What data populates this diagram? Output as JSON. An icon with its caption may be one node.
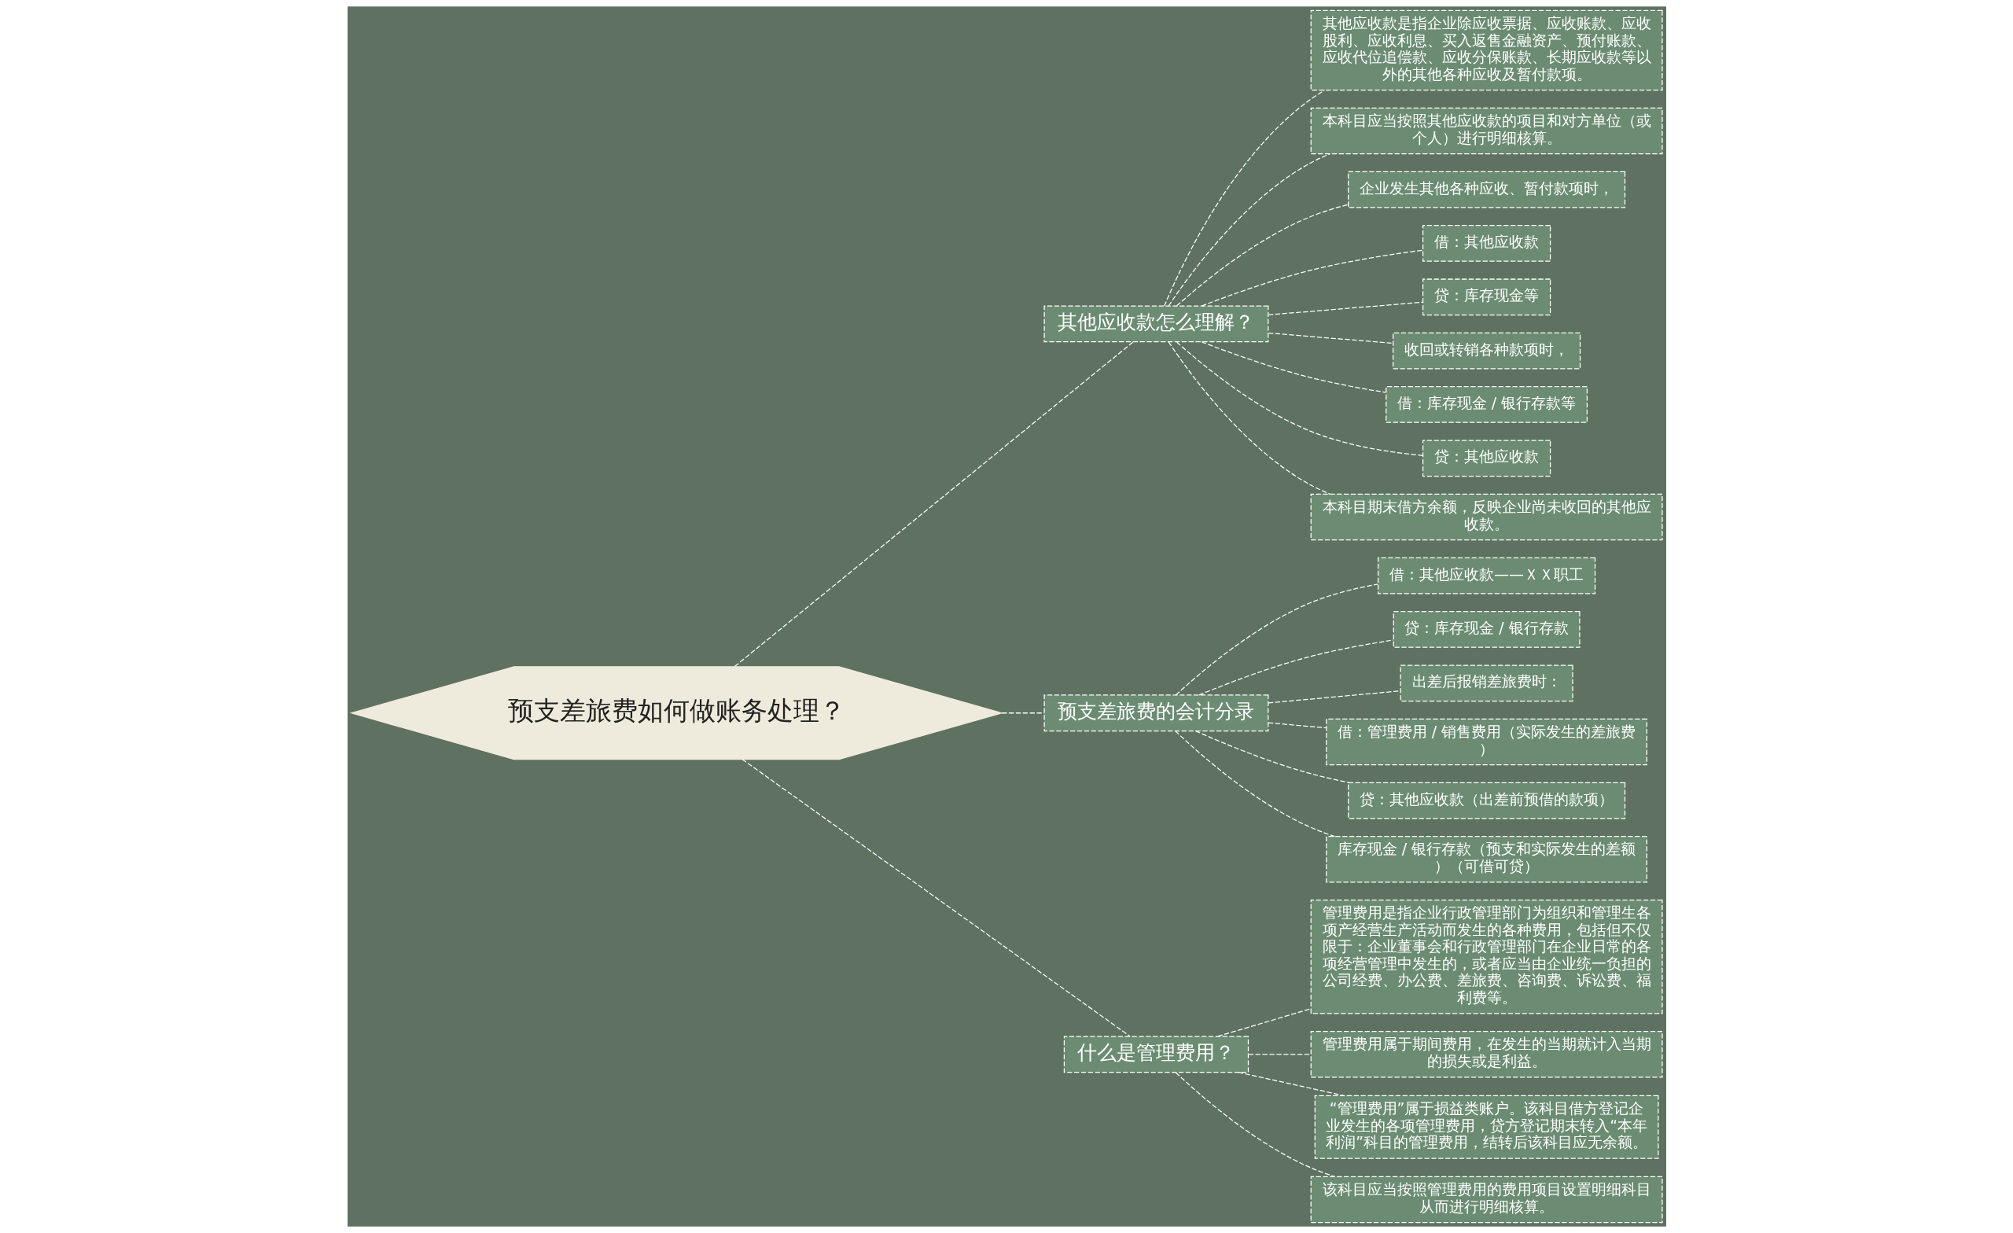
{
  "diagram": {
    "nodes": [
      {
        "text": [
          "预支差旅费如何做账务处理？"
        ]
      },
      {
        "text": [
          "其他应收款怎么理解？"
        ]
      },
      {
        "text": [
          "其他应收款是指企业除应收票据、应收账款、应收股利、应收利息、买入返售金融资产、预付账款、应收代位追偿款、应收分保账款、长期应收款等以外的其他各种应收及暂付款项。"
        ]
      },
      {
        "text": [
          "本科目应当按照其他应收款的项目和对方单位（或个人）进行明细核算。"
        ]
      },
      {
        "text": [
          "企业发生其他各种应收、暂付款项时，"
        ]
      },
      {
        "text": [
          "借：其他应收款"
        ]
      },
      {
        "text": [
          "贷：库存现金等"
        ]
      },
      {
        "text": [
          "收回或转销各种款项时，"
        ]
      },
      {
        "text": [
          "借：库存现金 / 银行存款等"
        ]
      },
      {
        "text": [
          "贷：其他应收款"
        ]
      },
      {
        "text": [
          "本科目期末借方余额，反映企业尚未收回的其他应收款。"
        ]
      },
      {
        "text": [
          "预支差旅费的会计分录"
        ]
      },
      {
        "text": [
          "借：其他应收款——ＸＸ职工"
        ]
      },
      {
        "text": [
          "贷：库存现金 / 银行存款"
        ]
      },
      {
        "text": [
          "出差后报销差旅费时："
        ]
      },
      {
        "text": [
          "借：管理费用 / 销售费用（实际发生的差旅费）"
        ]
      },
      {
        "text": [
          "贷：其他应收款（出差前预借的款项）"
        ]
      },
      {
        "text": [
          "库存现金 / 银行存款（预支和实际发生的差额）（可借可贷）"
        ]
      },
      {
        "text": [
          "什么是管理费用？"
        ]
      },
      {
        "text": [
          "管理费用是指企业行政管理部门为组织和管理生各项产经营生产活动而发生的各种费用，包括但不仅限于：企业董事会和行政管理部门在企业日常的各项经营管理中发生的，或者应当由企业统一负担的公司经费、办公费、差旅费、咨询费、诉讼费、福利费等。"
        ]
      },
      {
        "text": [
          "管理费用属于期间费用，在发生的当期就计入当期的损失或是利益。"
        ]
      },
      {
        "text": [
          "“管理费用”属于损益类账户。该科目借方登记企业发生的各项管理费用，贷方登记期末转入“本年利润”科目的管理费用，结转后该科目应无余额。"
        ]
      },
      {
        "text": [
          "该科目应当按照管理费用的费用项目设置明细科目从而进行明细核算。"
        ]
      }
    ],
    "edges": [
      {
        "from": 0,
        "to": 1,
        "arrow": "none",
        "style": "dashed"
      },
      {
        "from": 1,
        "to": 2,
        "arrow": "none",
        "style": "dashed"
      },
      {
        "from": 1,
        "to": 3,
        "arrow": "none",
        "style": "dashed"
      },
      {
        "from": 1,
        "to": 4,
        "arrow": "none",
        "style": "dashed"
      },
      {
        "from": 1,
        "to": 5,
        "arrow": "none",
        "style": "dashed"
      },
      {
        "from": 1,
        "to": 6,
        "arrow": "none",
        "style": "dashed"
      },
      {
        "from": 1,
        "to": 7,
        "arrow": "none",
        "style": "dashed"
      },
      {
        "from": 1,
        "to": 8,
        "arrow": "none",
        "style": "dashed"
      },
      {
        "from": 1,
        "to": 9,
        "arrow": "none",
        "style": "dashed"
      },
      {
        "from": 1,
        "to": 10,
        "arrow": "none",
        "style": "dashed"
      },
      {
        "from": 0,
        "to": 11,
        "arrow": "none",
        "style": "dashed"
      },
      {
        "from": 11,
        "to": 12,
        "arrow": "none",
        "style": "dashed"
      },
      {
        "from": 11,
        "to": 13,
        "arrow": "none",
        "style": "dashed"
      },
      {
        "from": 11,
        "to": 14,
        "arrow": "none",
        "style": "dashed"
      },
      {
        "from": 11,
        "to": 15,
        "arrow": "none",
        "style": "dashed"
      },
      {
        "from": 11,
        "to": 16,
        "arrow": "none",
        "style": "dashed"
      },
      {
        "from": 11,
        "to": 17,
        "arrow": "none",
        "style": "dashed"
      },
      {
        "from": 0,
        "to": 18,
        "arrow": "none",
        "style": "dashed"
      },
      {
        "from": 18,
        "to": 19,
        "arrow": "none",
        "style": "dashed"
      },
      {
        "from": 18,
        "to": 20,
        "arrow": "none",
        "style": "dashed"
      },
      {
        "from": 18,
        "to": 21,
        "arrow": "none",
        "style": "dashed"
      },
      {
        "from": 18,
        "to": 22,
        "arrow": "none",
        "style": "dashed"
      }
    ]
  }
}
